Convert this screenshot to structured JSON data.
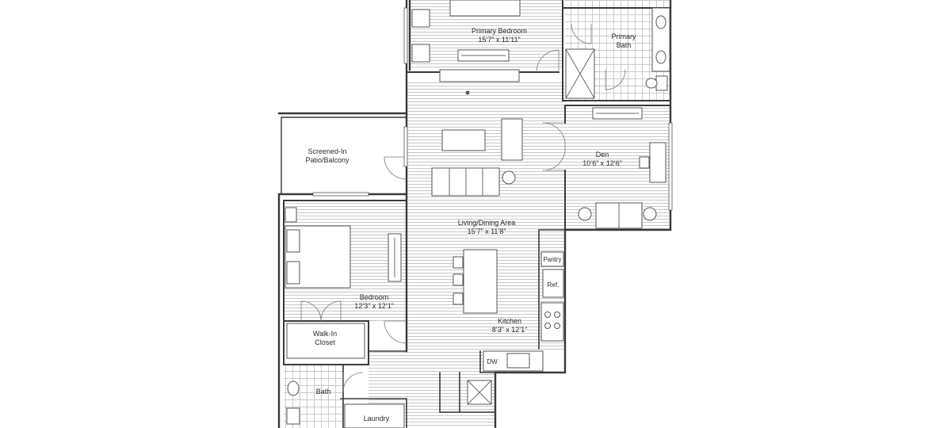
{
  "rooms": {
    "primary_bedroom": {
      "name": "Primary Bedroom",
      "size": "15’7” x 11’11”"
    },
    "primary_bath": {
      "name_line1": "Primary",
      "name_line2": "Bath"
    },
    "screened_patio": {
      "name_line1": "Screened-In",
      "name_line2": "Patio/Balcony"
    },
    "den": {
      "name": "Den",
      "size": "10’6” x 12’6”"
    },
    "living_dining": {
      "name": "Living/Dining Area",
      "size": "15’7” x 11’8”"
    },
    "bedroom": {
      "name": "Bedroom",
      "size": "12’3” x 12’1”"
    },
    "walk_in_closet": {
      "name_line1": "Walk-In",
      "name_line2": "Closet"
    },
    "kitchen": {
      "name": "Kitchen",
      "size": "8’3” x 12’1”"
    },
    "pantry": {
      "name": "Pantry"
    },
    "refrigerator": {
      "name": "Ref."
    },
    "dishwasher": {
      "name": "DW"
    },
    "bath": {
      "name": "Bath"
    },
    "laundry": {
      "name": "Laundry"
    }
  }
}
